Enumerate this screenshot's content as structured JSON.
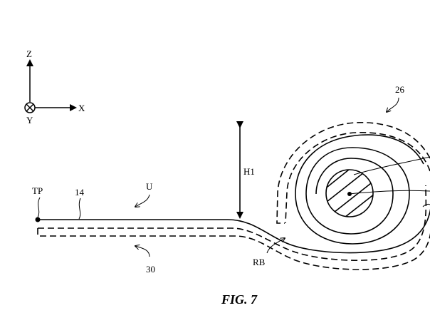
{
  "axes": {
    "z": "Z",
    "x": "X",
    "y": "Y"
  },
  "labels": {
    "tp": "TP",
    "strip": "14",
    "u": "U",
    "layer": "30",
    "height": "H1",
    "bend": "RB",
    "roll": "26"
  },
  "caption": "FIG. 7"
}
